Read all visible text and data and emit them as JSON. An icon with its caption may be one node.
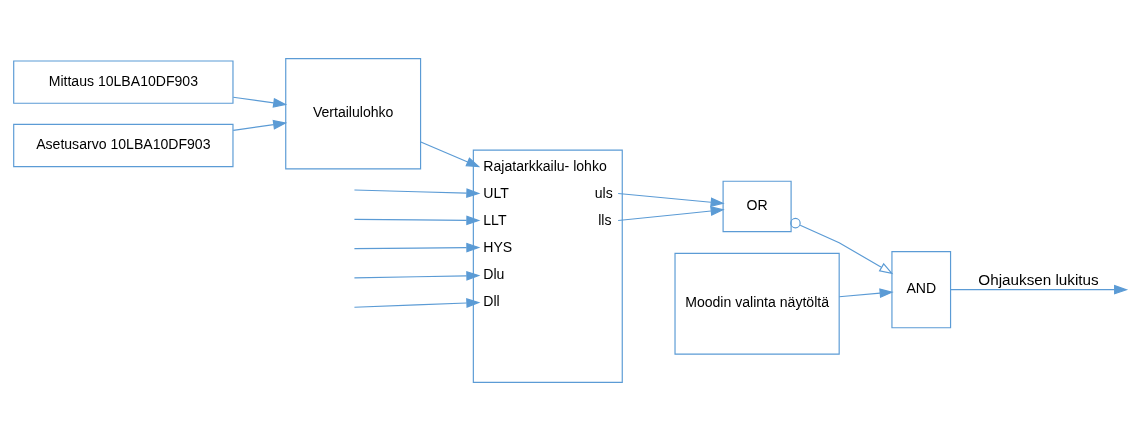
{
  "diagram": {
    "nodes": [
      {
        "text": [
          "Mittaus 10LBA10DF903"
        ]
      },
      {
        "text": [
          "Asetusarvo 10LBA10DF903"
        ]
      },
      {
        "text": [
          "Vertailulohko"
        ]
      },
      {
        "text": [
          "Rajatarkkailu- lohko",
          "ULT",
          "LLT",
          "HYS",
          "Dlu",
          "Dll",
          "uls",
          "lls"
        ]
      },
      {
        "text": [
          "OR"
        ]
      },
      {
        "text": [
          "AND"
        ]
      },
      {
        "text": [
          "Moodin valinta näytöltä"
        ]
      }
    ],
    "edges": [
      {
        "from": 0,
        "to": 2,
        "arrow": "to"
      },
      {
        "from": 1,
        "to": 2,
        "arrow": "to"
      },
      {
        "from": 2,
        "to": 3,
        "arrow": "to"
      },
      {
        "from": null,
        "to": 3,
        "arrow": "to"
      },
      {
        "from": null,
        "to": 3,
        "arrow": "to"
      },
      {
        "from": null,
        "to": 3,
        "arrow": "to"
      },
      {
        "from": null,
        "to": 3,
        "arrow": "to"
      },
      {
        "from": null,
        "to": 3,
        "arrow": "to"
      },
      {
        "from": 3,
        "to": 4,
        "arrow": "to"
      },
      {
        "from": 3,
        "to": 4,
        "arrow": "to"
      },
      {
        "from": 4,
        "to": 5,
        "arrow": "to"
      },
      {
        "from": 6,
        "to": 5,
        "arrow": "to"
      },
      {
        "from": 5,
        "to": null,
        "arrow": "to",
        "label": "Ohjauksen lukitus"
      }
    ]
  }
}
